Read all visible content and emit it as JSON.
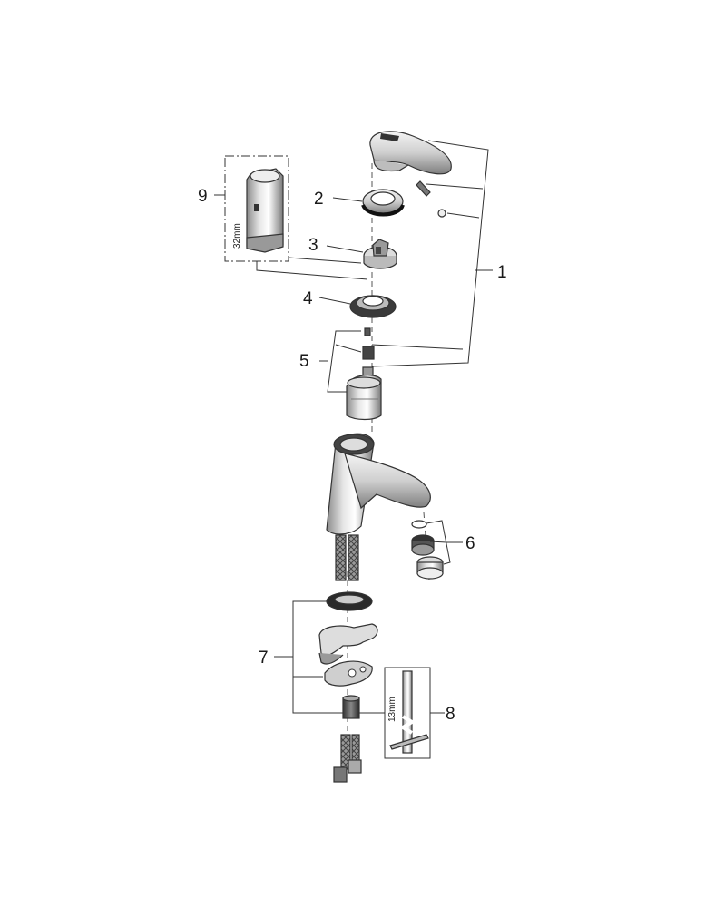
{
  "callouts": {
    "c1": "1",
    "c2": "2",
    "c3": "3",
    "c4": "4",
    "c5": "5",
    "c6": "6",
    "c7": "7",
    "c8": "8",
    "c9": "9"
  },
  "tools": {
    "socket_size": "32mm",
    "hex_key_size": "13mm"
  }
}
